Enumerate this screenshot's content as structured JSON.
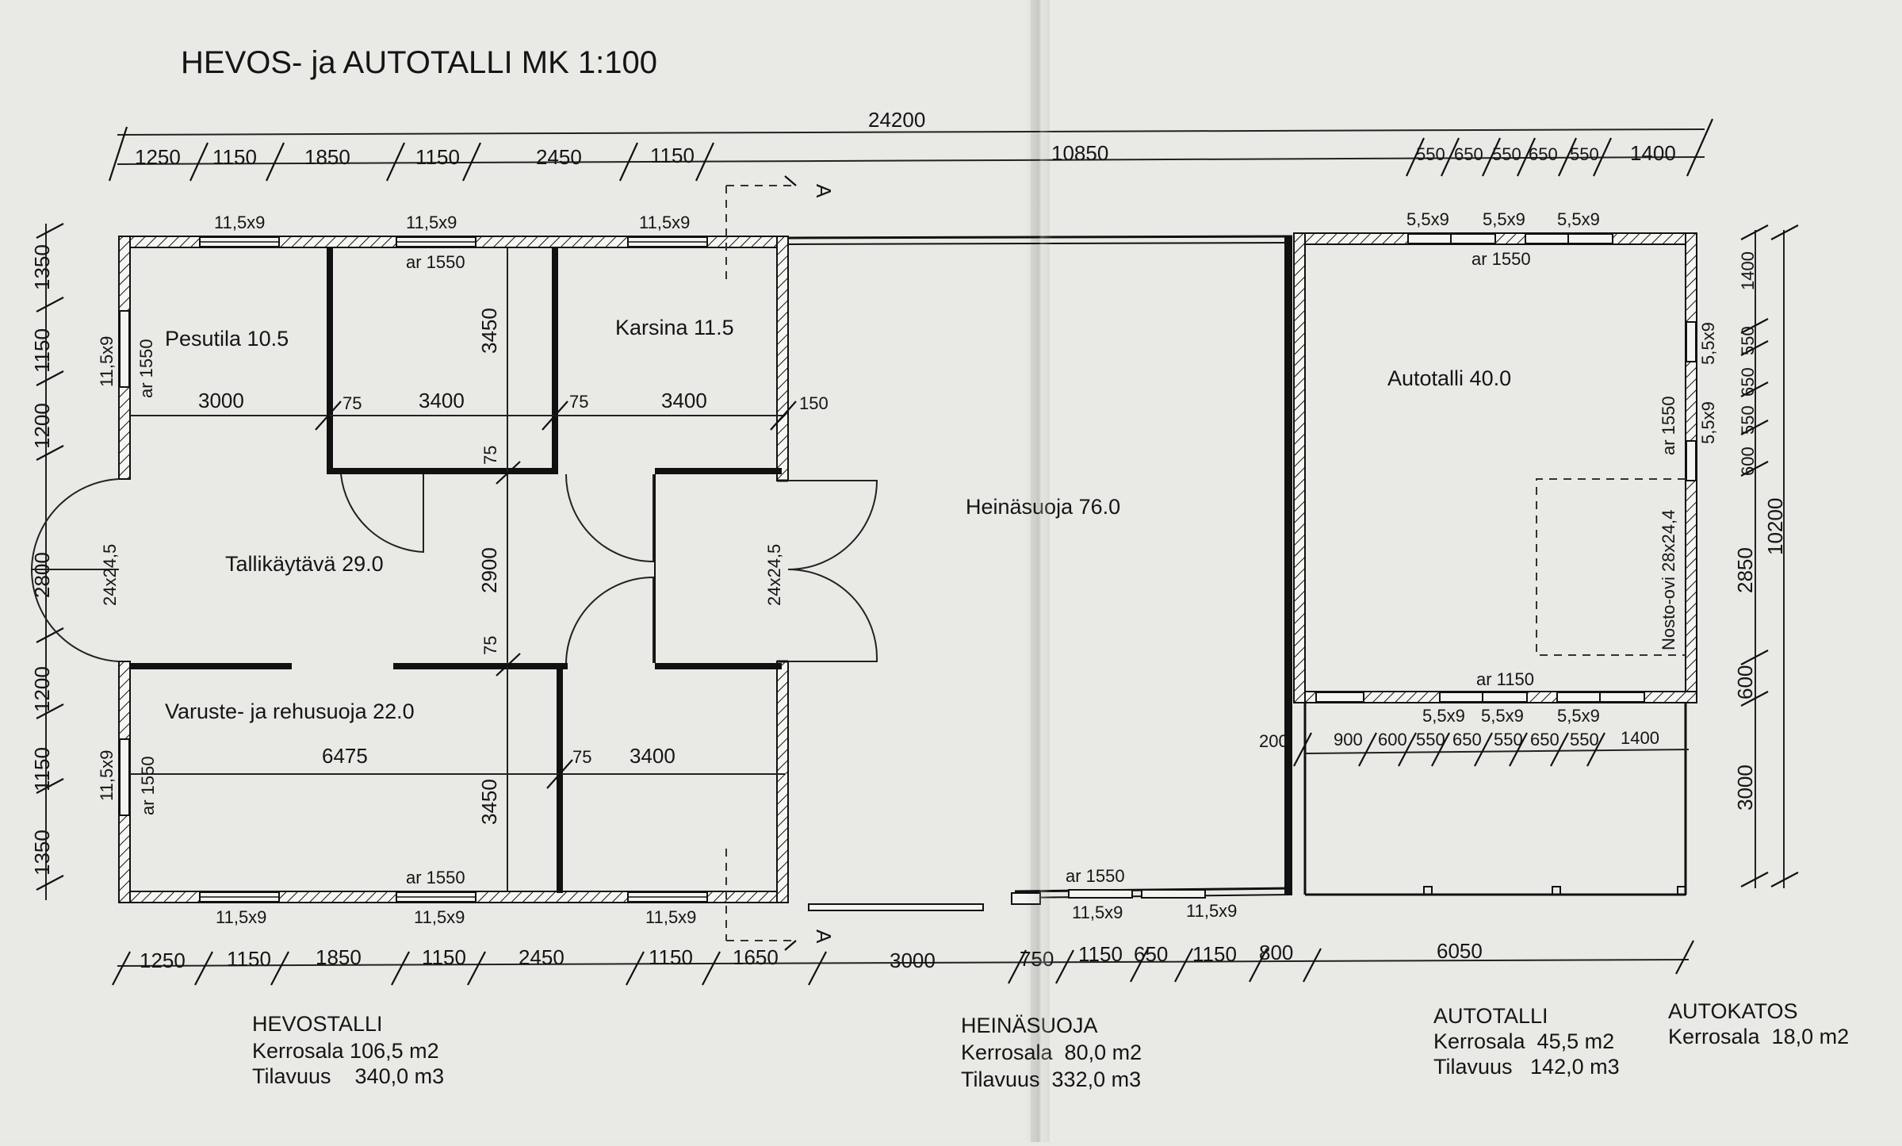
{
  "title": "HEVOS- ja AUTOTALLI  MK  1:100",
  "dims_top": {
    "total": "24200",
    "d1": "1250",
    "d2": "1150",
    "d3": "1850",
    "d4": "1150",
    "d5": "2450",
    "d6": "1150",
    "mid": "10850",
    "g1": "550",
    "g2": "650",
    "g3": "550",
    "g4": "650",
    "g5": "550",
    "g6": "1400"
  },
  "dims_bottom": {
    "d1": "1250",
    "d2": "1150",
    "d3": "1850",
    "d4": "1150",
    "d5": "2450",
    "d6": "1150",
    "d7": "1650",
    "d8": "3000",
    "d9": "750",
    "d10": "1150",
    "d11": "650",
    "d12": "1150",
    "d13": "800",
    "d14": "6050"
  },
  "dims_left": {
    "l1": "1350",
    "l2": "1150",
    "l3": "1200",
    "l4": "2800",
    "l5": "1200",
    "l6": "1150",
    "l7": "1350"
  },
  "dims_right": {
    "total": "10200",
    "r1": "1400",
    "r2": "550",
    "r3": "650",
    "r4": "600",
    "r5": "2850",
    "r6": "600",
    "r7": "3000",
    "r8": "550"
  },
  "dims_inner": {
    "w3000": "3000",
    "w3400a": "3400",
    "w3400b": "3400",
    "w6475": "6475",
    "w3400c": "3400",
    "t75a": "75",
    "t75b": "75",
    "t75c": "75",
    "t75d": "75",
    "t75e": "75",
    "t150": "150",
    "h3450a": "3450",
    "h2900": "2900",
    "h3450b": "3450",
    "g200": "200",
    "g900": "900",
    "g600": "600",
    "g550a": "550",
    "g650a": "650",
    "g550b": "550",
    "g650b": "650",
    "g550c": "550",
    "g1400": "1400"
  },
  "windows": {
    "w_top1": "11,5x9",
    "w_top2": "11,5x9",
    "w_top3": "11,5x9",
    "w_bot1": "11,5x9",
    "w_bot2": "11,5x9",
    "w_bot3": "11,5x9",
    "w_bot4": "11,5x9",
    "w_bot5": "11,5x9",
    "w_left1": "11,5x9",
    "w_left2": "11,5x9",
    "g_top1": "5,5x9",
    "g_top2": "5,5x9",
    "g_top3": "5,5x9",
    "g_bot1": "5,5x9",
    "g_bot2": "5,5x9",
    "g_bot3": "5,5x9",
    "g_r1": "5,5x9",
    "g_r2": "5,5x9"
  },
  "ar": {
    "a1": "ar 1550",
    "a2": "ar 1550",
    "a3": "ar 1550",
    "a4": "ar 1550",
    "a5": "ar 1550",
    "a6": "ar 1550",
    "a7": "ar 1550",
    "a8": "ar 1150"
  },
  "doors": {
    "d_left": "24x24,5",
    "d_right": "24x24,5",
    "nosto": "Nosto-ovi 28x24,4"
  },
  "section": {
    "top": "A",
    "bottom": "A"
  },
  "rooms": {
    "pesutila": "Pesutila 10.5",
    "karsina": "Karsina 11.5",
    "tallikaytava": "Tallikäytävä 29.0",
    "varuste": "Varuste- ja rehusuoja 22.0",
    "heinasuoja": "Heinäsuoja 76.0",
    "autotalli": "Autotalli 40.0"
  },
  "summaries": [
    {
      "name": "HEVOSTALLI",
      "l1": "Kerrosala 106,5 m2",
      "l2": "Tilavuus    340,0 m3"
    },
    {
      "name": "HEINÄSUOJA",
      "l1": "Kerrosala  80,0 m2",
      "l2": "Tilavuus  332,0 m3"
    },
    {
      "name": "AUTOTALLI",
      "l1": "Kerrosala  45,5 m2",
      "l2": "Tilavuus   142,0 m3"
    },
    {
      "name": "AUTOKATOS",
      "l1": "Kerrosala  18,0 m2"
    }
  ]
}
